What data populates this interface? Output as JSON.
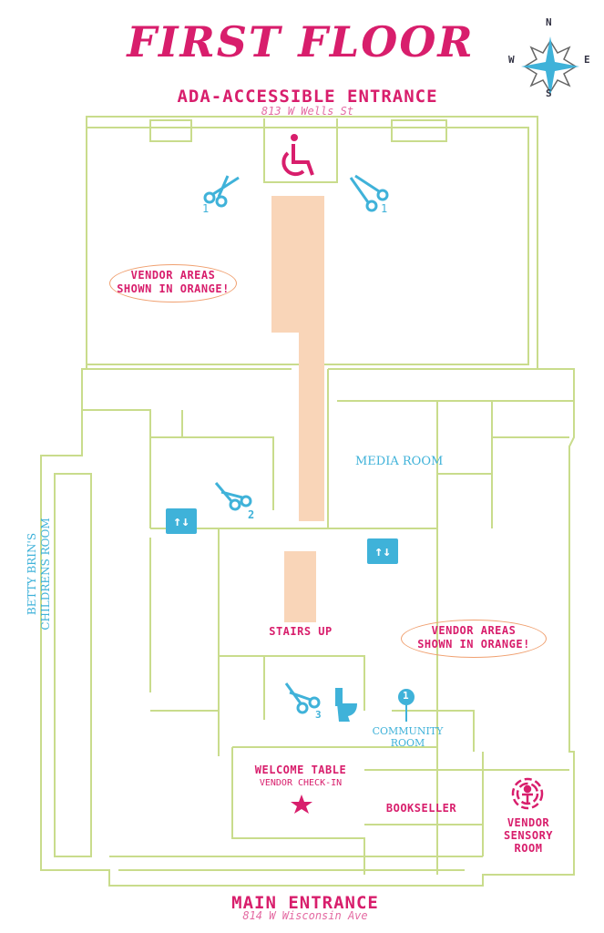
{
  "title": "FIRST FLOOR",
  "compass": {
    "n": "N",
    "s": "S",
    "e": "E",
    "w": "W"
  },
  "top_entrance": {
    "label": "ADA-ACCESSIBLE ENTRANCE",
    "address": "813 W Wells St"
  },
  "bottom_entrance": {
    "label": "MAIN ENTRANCE",
    "address": "814 W Wisconsin Ave"
  },
  "rooms": {
    "media": "MEDIA ROOM",
    "childrens_line1": "BETTY BRIN'S",
    "childrens_line2": "CHILDRENS ROOM",
    "stairs": "STAIRS UP",
    "community_line1": "COMMUNITY",
    "community_line2": "ROOM",
    "welcome": "WELCOME TABLE",
    "welcome_sub": "VENDOR CHECK-IN",
    "bookseller": "BOOKSELLER",
    "sensory_line1": "VENDOR",
    "sensory_line2": "SENSORY",
    "sensory_line3": "ROOM"
  },
  "notes": {
    "vendor_top_line1": "VENDOR AREAS",
    "vendor_top_line2": "SHOWN IN ORANGE!",
    "vendor_right_line1": "VENDOR AREAS",
    "vendor_right_line2": "SHOWN IN ORANGE!"
  },
  "markers": {
    "scissors_1a": "1",
    "scissors_1b": "1",
    "scissors_2": "2",
    "scissors_3": "3",
    "info_pin": "1",
    "elevator": "↑↓"
  },
  "colors": {
    "pink": "#d81e6c",
    "blue": "#3fb2d9",
    "plan": "#c9dc8c",
    "vendor": "#f9d5b8"
  }
}
